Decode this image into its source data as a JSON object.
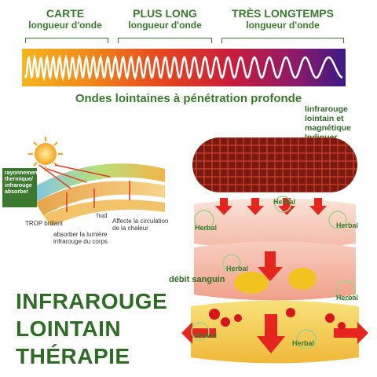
{
  "spectrum": {
    "bands": [
      {
        "title": "CARTE",
        "subtitle": "longueur d'onde"
      },
      {
        "title": "PLUS LONG",
        "subtitle": "longueur d'onde"
      },
      {
        "title": "TRÈS LONGTEMPS",
        "subtitle": "longueur d'onde"
      }
    ],
    "caption": "Ondes lointaines à pénétration profonde",
    "colors": {
      "start": "#f7b51e",
      "middle": "#e54221",
      "end": "#3b1a86"
    }
  },
  "diagram_left": {
    "box_label": "rayonnement thermique/ infrarouge absorber",
    "labels": {
      "trop_brillant": "TROP brillant",
      "hud": "hud",
      "affecte": "Affecte la circulation de la chaleur",
      "absorber": "absorber la lumière infrarouge du corps"
    }
  },
  "diagram_right": {
    "pad_label": "Iinfrarouge lointain et magnétique Indiquer",
    "herbal": "Herbal",
    "flow_label": "débit sanguin"
  },
  "title": {
    "line1": "INFRAROUGE",
    "line2": "LOINTAIN",
    "line3": "THÉRAPIE"
  },
  "accent_color": "#2e6b25"
}
